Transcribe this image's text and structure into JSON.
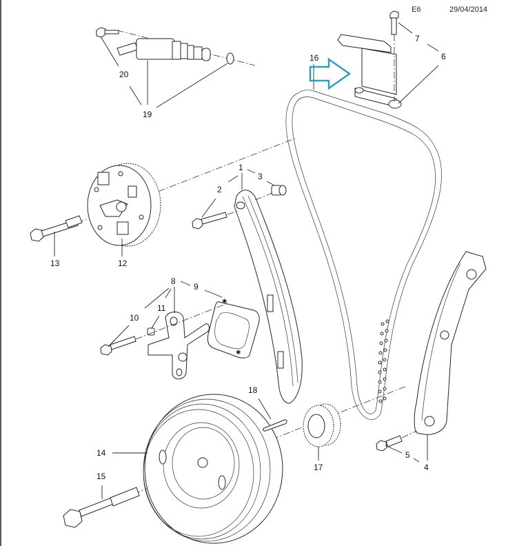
{
  "header": {
    "code": "E6",
    "date": "29/04/2014"
  },
  "accent_color": "#2a9fbf",
  "callouts": [
    {
      "id": "1",
      "part": "chain-guide-upper"
    },
    {
      "id": "2",
      "part": "guide-bolt"
    },
    {
      "id": "3",
      "part": "guide-pin"
    },
    {
      "id": "4",
      "part": "tensioner-rail"
    },
    {
      "id": "5",
      "part": "rail-bolt"
    },
    {
      "id": "6",
      "part": "upper-guide-bracket"
    },
    {
      "id": "7",
      "part": "bracket-bolt"
    },
    {
      "id": "8",
      "part": "chain-tensioner"
    },
    {
      "id": "9",
      "part": "tensioner-gasket"
    },
    {
      "id": "10",
      "part": "tensioner-bolt"
    },
    {
      "id": "11",
      "part": "tensioner-sleeve"
    },
    {
      "id": "12",
      "part": "camshaft-adjuster"
    },
    {
      "id": "13",
      "part": "adjuster-bolt"
    },
    {
      "id": "14",
      "part": "crankshaft-pulley"
    },
    {
      "id": "15",
      "part": "pulley-bolt"
    },
    {
      "id": "16",
      "part": "timing-chain"
    },
    {
      "id": "17",
      "part": "crankshaft-sprocket"
    },
    {
      "id": "18",
      "part": "woodruff-key"
    },
    {
      "id": "19",
      "part": "control-valve"
    },
    {
      "id": "20",
      "part": "valve-bolt"
    }
  ],
  "labels": {
    "l1": "1",
    "l2": "2",
    "l3": "3",
    "l4": "4",
    "l5": "5",
    "l6": "6",
    "l7": "7",
    "l8": "8",
    "l9": "9",
    "l10": "10",
    "l11": "11",
    "l12": "12",
    "l13": "13",
    "l14": "14",
    "l15": "15",
    "l16": "16",
    "l17": "17",
    "l18": "18",
    "l19": "19",
    "l20": "20"
  }
}
